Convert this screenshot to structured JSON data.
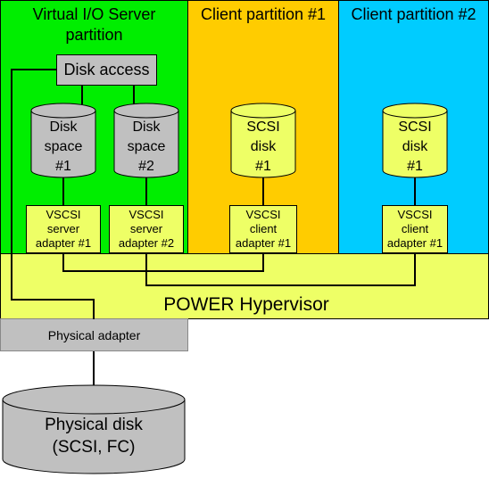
{
  "vios": {
    "title": "Virtual I/O Server\npartition",
    "color": "#00ee00"
  },
  "client1": {
    "title": "Client partition #1",
    "color": "#ffcc00"
  },
  "client2": {
    "title": "Client partition #2",
    "color": "#00ccff"
  },
  "disk_access": {
    "label": "Disk access",
    "color": "#c0c0c0"
  },
  "disk_space_1": {
    "label": "Disk\nspace\n#1",
    "color": "#c0c0c0"
  },
  "disk_space_2": {
    "label": "Disk\nspace\n#2",
    "color": "#c0c0c0"
  },
  "scsi_disk_1": {
    "label": "SCSI\ndisk\n#1",
    "color": "#eeff66"
  },
  "scsi_disk_2": {
    "label": "SCSI\ndisk\n#1",
    "color": "#eeff66"
  },
  "vscsi_server_1": {
    "label": "VSCSI\nserver\nadapter #1"
  },
  "vscsi_server_2": {
    "label": "VSCSI\nserver\nadapter #2"
  },
  "vscsi_client_1": {
    "label": "VSCSI\nclient\nadapter #1"
  },
  "vscsi_client_2": {
    "label": "VSCSI\nclient\nadapter #1"
  },
  "adapter_color": "#eeff66",
  "hypervisor": {
    "label": "POWER Hypervisor",
    "color": "#eeff66"
  },
  "physical_adapter": {
    "label": "Physical adapter",
    "color": "#c0c0c0"
  },
  "physical_disk": {
    "label": "Physical disk\n(SCSI, FC)",
    "color": "#c0c0c0"
  }
}
